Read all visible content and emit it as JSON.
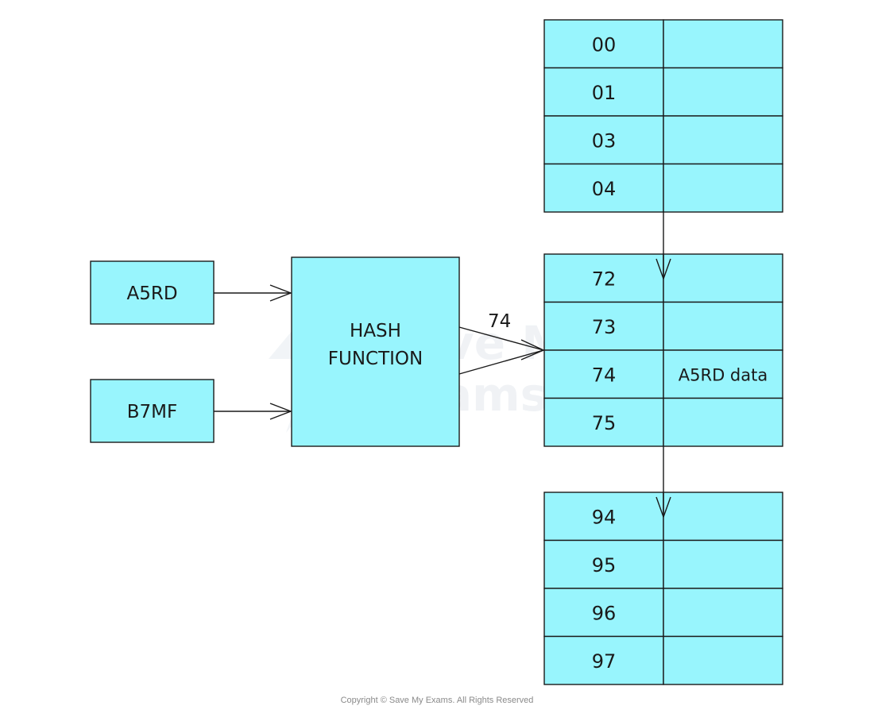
{
  "keys": [
    {
      "label": "A5RD"
    },
    {
      "label": "B7MF"
    }
  ],
  "hash_function": {
    "line1": "HASH",
    "line2": "FUNCTION"
  },
  "hash_output": "74",
  "table_blocks": [
    {
      "rows": [
        {
          "index": "00",
          "data": ""
        },
        {
          "index": "01",
          "data": ""
        },
        {
          "index": "03",
          "data": ""
        },
        {
          "index": "04",
          "data": ""
        }
      ]
    },
    {
      "rows": [
        {
          "index": "72",
          "data": ""
        },
        {
          "index": "73",
          "data": ""
        },
        {
          "index": "74",
          "data": "A5RD data"
        },
        {
          "index": "75",
          "data": ""
        }
      ]
    },
    {
      "rows": [
        {
          "index": "94",
          "data": ""
        },
        {
          "index": "95",
          "data": ""
        },
        {
          "index": "96",
          "data": ""
        },
        {
          "index": "97",
          "data": ""
        }
      ]
    }
  ],
  "watermark": {
    "line1": "Save My",
    "line2": "Exams"
  },
  "copyright": "Copyright © Save My Exams. All Rights Reserved",
  "colors": {
    "box_fill": "#98f5fd",
    "stroke": "#1a1a1a"
  }
}
